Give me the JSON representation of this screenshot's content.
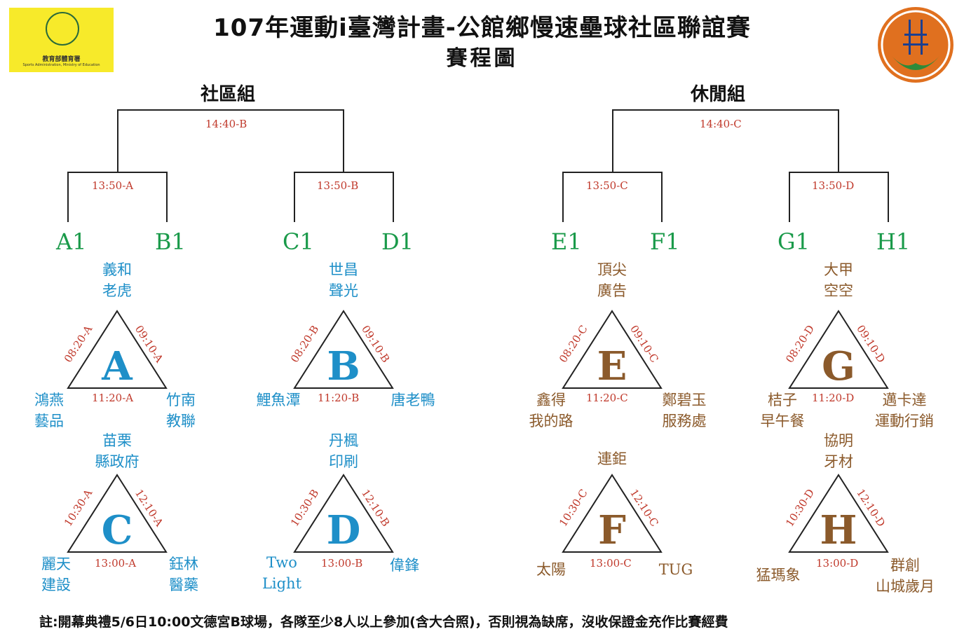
{
  "header": {
    "title": "107年運動i臺灣計畫-公館鄉慢速壘球社區聯誼賽",
    "subtitle": "賽程圖",
    "logo_left_text": "教育部體育署",
    "logo_left_subtext": "Sports Administration, Ministry of Education"
  },
  "groups": {
    "community": "社區組",
    "leisure": "休閒組"
  },
  "bracket": {
    "final_community": "14:40-B",
    "final_leisure": "14:40-C",
    "semi_a": "13:50-A",
    "semi_b": "13:50-B",
    "semi_c": "13:50-C",
    "semi_d": "13:50-D",
    "slots": [
      "A1",
      "B1",
      "C1",
      "D1",
      "E1",
      "F1",
      "G1",
      "H1"
    ]
  },
  "pools": {
    "A": {
      "letter": "A",
      "top": [
        "義和",
        "老虎"
      ],
      "left": [
        "鴻燕",
        "藝品"
      ],
      "right": [
        "竹南",
        "教聯"
      ],
      "left_time": "08:20-A",
      "right_time": "09:10-A",
      "bottom_time": "11:20-A"
    },
    "B": {
      "letter": "B",
      "top": [
        "世昌",
        "聲光"
      ],
      "left": [
        "鯉魚潭"
      ],
      "right": [
        "唐老鴨"
      ],
      "left_time": "08:20-B",
      "right_time": "09:10-B",
      "bottom_time": "11:20-B"
    },
    "C": {
      "letter": "C",
      "top": [
        "苗栗",
        "縣政府"
      ],
      "left": [
        "麗天",
        "建設"
      ],
      "right": [
        "鈺林",
        "醫藥"
      ],
      "left_time": "10:30-A",
      "right_time": "12:10-A",
      "bottom_time": "13:00-A"
    },
    "D": {
      "letter": "D",
      "top": [
        "丹楓",
        "印刷"
      ],
      "left": [
        "Two",
        "Light"
      ],
      "right": [
        "偉鋒"
      ],
      "left_time": "10:30-B",
      "right_time": "12:10-B",
      "bottom_time": "13:00-B"
    },
    "E": {
      "letter": "E",
      "top": [
        "頂尖",
        "廣告"
      ],
      "left": [
        "鑫得",
        "我的路"
      ],
      "right": [
        "鄭碧玉",
        "服務處"
      ],
      "left_time": "08:20-C",
      "right_time": "09:10-C",
      "bottom_time": "11:20-C"
    },
    "F": {
      "letter": "F",
      "top": [
        "連鉅"
      ],
      "left": [
        "太陽"
      ],
      "right": [
        "TUG"
      ],
      "left_time": "10:30-C",
      "right_time": "12:10-C",
      "bottom_time": "13:00-C"
    },
    "G": {
      "letter": "G",
      "top": [
        "大甲",
        "空空"
      ],
      "left": [
        "桔子",
        "早午餐"
      ],
      "right": [
        "邁卡達",
        "運動行銷"
      ],
      "left_time": "08:20-D",
      "right_time": "09:10-D",
      "bottom_time": "11:20-D"
    },
    "H": {
      "letter": "H",
      "top": [
        "協明",
        "牙材"
      ],
      "left": [
        "猛瑪象"
      ],
      "right": [
        "群創",
        "山城歲月"
      ],
      "left_time": "10:30-D",
      "right_time": "12:10-D",
      "bottom_time": "13:00-D"
    }
  },
  "footer": "註:開幕典禮5/6日10:00文德宮B球場，各隊至少8人以上參加(含大合照)，否則視為缺席，沒收保證金充作比賽經費",
  "colors": {
    "community_team": "#1e8fc8",
    "leisure_team": "#8b5a2b",
    "time": "#c0392b",
    "slot": "#1a9a4a"
  }
}
